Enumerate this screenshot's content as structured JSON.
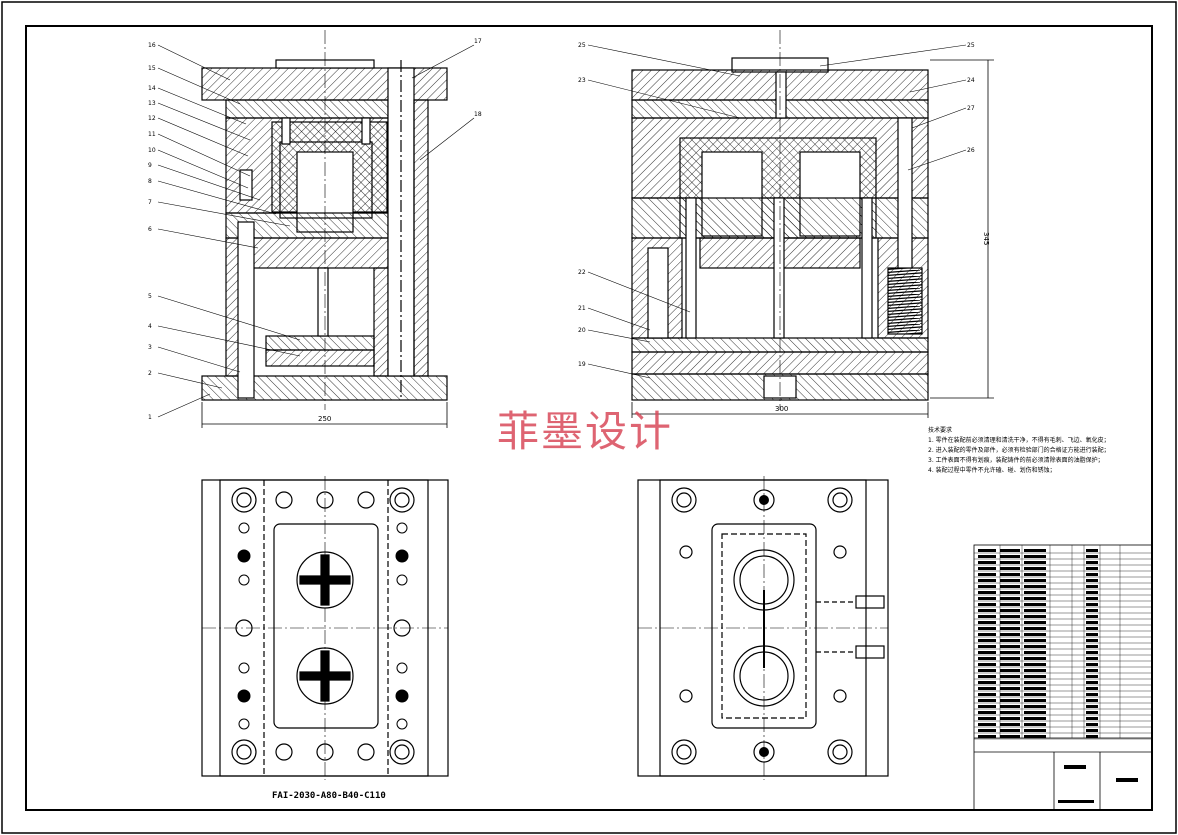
{
  "watermark": "菲墨设计",
  "drawing_code": "FAI-2030-A80-B40-C110",
  "dimensions": {
    "left_width": "250",
    "right_width": "300",
    "right_height": "345"
  },
  "technical_requirements": {
    "title": "技术要求",
    "items": [
      "1. 零件在装配前必须清理和清洗干净，不得有毛刺、飞边、氧化皮；",
      "2. 进入装配的零件及部件，必须有检验部门的合格证方能进行装配；",
      "3. 工件表面不得有划痕，装配铸件的前必须清除表面的油脂保护；",
      "4. 装配过程中零件不允许磕、碰、划伤和锈蚀；"
    ]
  },
  "left_callouts": [
    "16",
    "15",
    "14",
    "13",
    "12",
    "11",
    "10",
    "9",
    "8",
    "7",
    "6",
    "5",
    "4",
    "3",
    "2",
    "1"
  ],
  "top_right_callouts": [
    "17",
    "18"
  ],
  "right_callouts_left": [
    "25",
    "23",
    "22",
    "21",
    "20",
    "19"
  ],
  "right_callouts_right": [
    "25",
    "24",
    "27",
    "26"
  ],
  "colors": {
    "line": "#000000",
    "hatch": "#000000",
    "watermark": "#d94a5a"
  }
}
